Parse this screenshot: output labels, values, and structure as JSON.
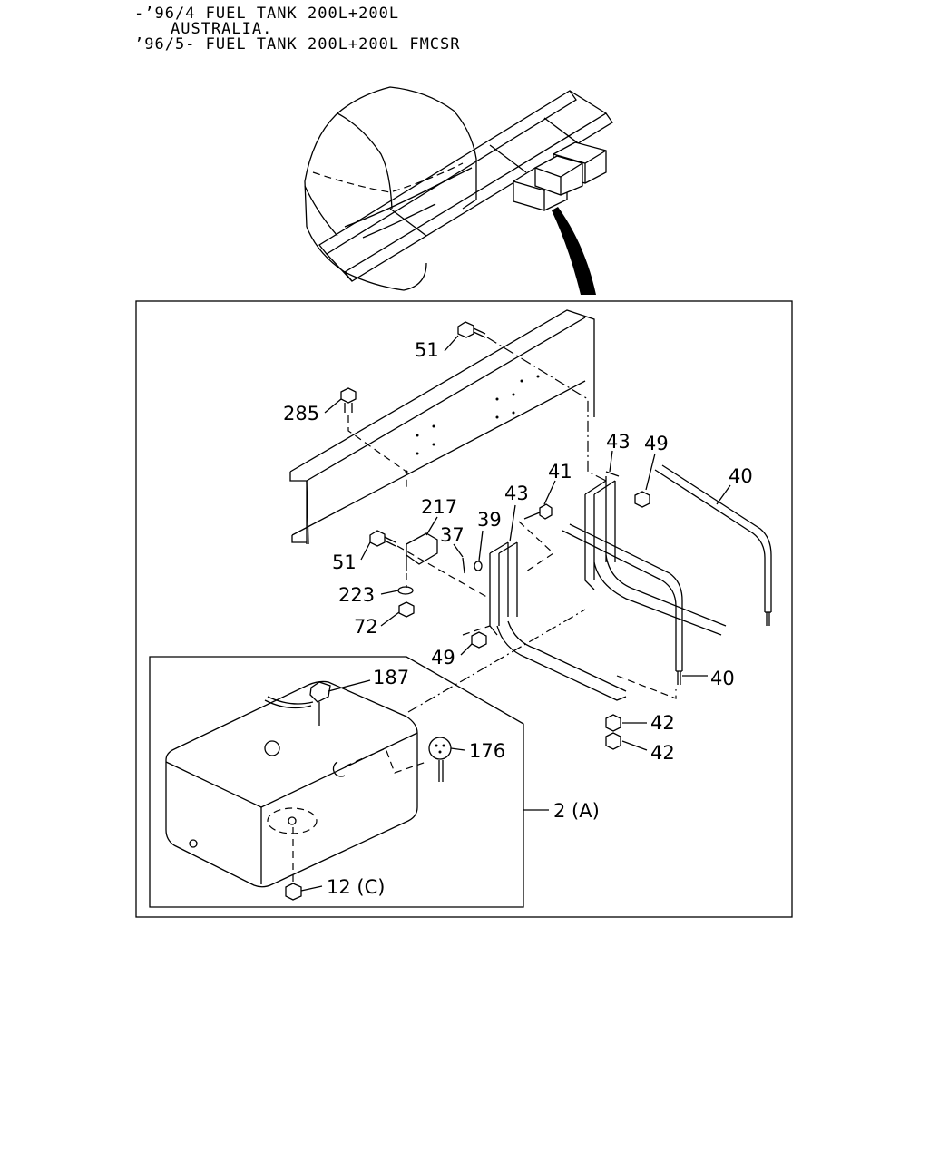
{
  "header": {
    "line1": "-’96/4 FUEL TANK 200L+200L",
    "line2": "AUSTRALIA.",
    "line3": "’96/5- FUEL TANK 200L+200L FMCSR"
  },
  "labels": {
    "p51a": "51",
    "p285": "285",
    "p43a": "43",
    "p49a": "49",
    "p40a": "40",
    "p41": "41",
    "p43b": "43",
    "p217": "217",
    "p39": "39",
    "p37": "37",
    "p51b": "51",
    "p223": "223",
    "p72": "72",
    "p49b": "49",
    "p187": "187",
    "p40b": "40",
    "p176": "176",
    "p42a": "42",
    "p42b": "42",
    "p2a": "2 (A)",
    "p12c": "12 (C)"
  }
}
